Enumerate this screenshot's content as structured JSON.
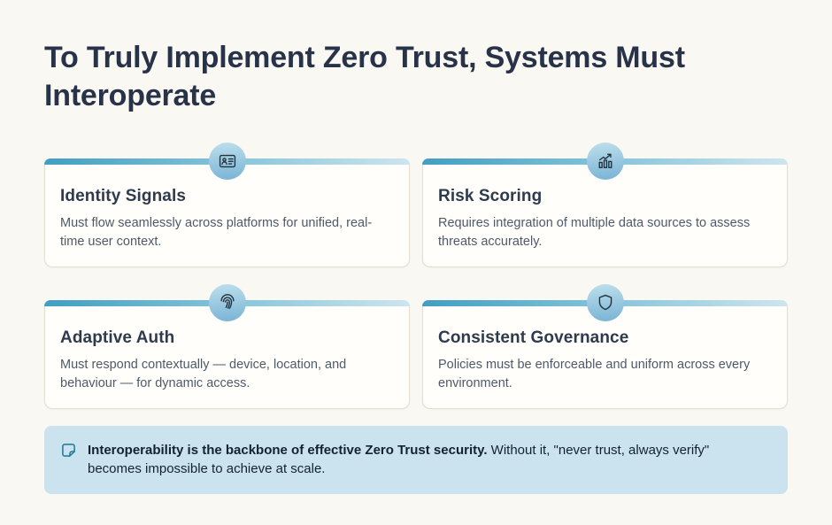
{
  "page": {
    "title": "To Truly Implement Zero Trust, Systems Must Interoperate",
    "background_color": "#faf8f2"
  },
  "colors": {
    "title_text": "#28334a",
    "card_bg": "#fffefb",
    "card_border": "#e3ddd2",
    "card_bar_gradient_start": "#419fc1",
    "card_bar_gradient_end": "#cde5ef",
    "icon_circle_gradient_top": "#b8dcea",
    "icon_circle_gradient_bottom": "#7cb5d6",
    "card_title_text": "#2e3a4d",
    "card_desc_text": "#4e5a68",
    "callout_bg": "#cbe3ef",
    "callout_text": "#132231",
    "icon_stroke": "#23313f",
    "callout_icon_stroke": "#2a7d99"
  },
  "cards": [
    {
      "icon": "id-card-icon",
      "title": "Identity Signals",
      "description": "Must flow seamlessly across platforms for unified, real-time user context."
    },
    {
      "icon": "bar-chart-trend-icon",
      "title": "Risk Scoring",
      "description": "Requires integration of multiple data sources to assess threats accurately."
    },
    {
      "icon": "fingerprint-icon",
      "title": "Adaptive Auth",
      "description": "Must respond contextually — device, location, and behaviour — for dynamic access."
    },
    {
      "icon": "shield-icon",
      "title": "Consistent Governance",
      "description": "Policies must be enforceable and uniform across every environment."
    }
  ],
  "callout": {
    "icon": "note-icon",
    "bold_text": "Interoperability is the backbone of effective Zero Trust security.",
    "rest_text": " Without it, \"never trust, always verify\" becomes impossible to achieve at scale."
  }
}
